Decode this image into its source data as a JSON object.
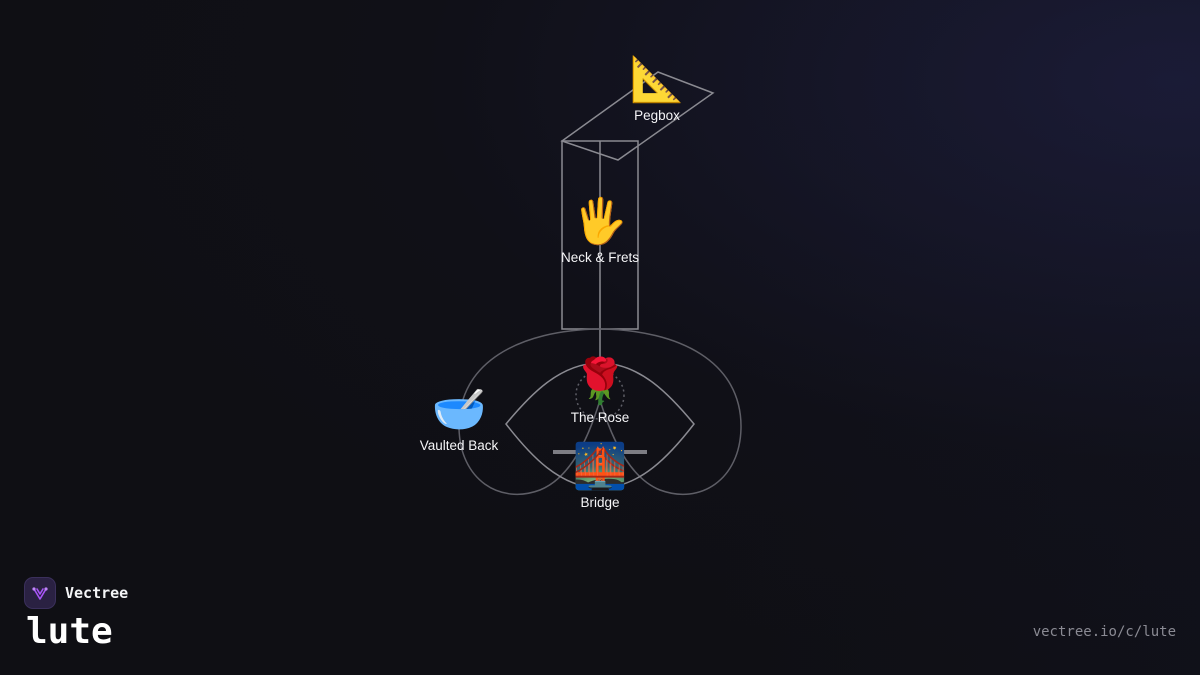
{
  "diagram": {
    "nodes": [
      {
        "id": "pegbox",
        "icon": "triangular-ruler-icon",
        "glyph": "📐",
        "label": "Pegbox"
      },
      {
        "id": "neck",
        "icon": "raised-hand-icon",
        "glyph": "🖐️",
        "label": "Neck & Frets"
      },
      {
        "id": "rose",
        "icon": "rose-icon",
        "glyph": "🌹",
        "label": "The Rose"
      },
      {
        "id": "back",
        "icon": "bowl-with-spoon-icon",
        "glyph": "🥣",
        "label": "Vaulted Back"
      },
      {
        "id": "bridge",
        "icon": "bridge-at-night-icon",
        "glyph": "🌉",
        "label": "Bridge"
      }
    ]
  },
  "brand": {
    "name": "Vectree",
    "title": "lute",
    "url": "vectree.io/c/lute",
    "accent": "#a855f7"
  }
}
